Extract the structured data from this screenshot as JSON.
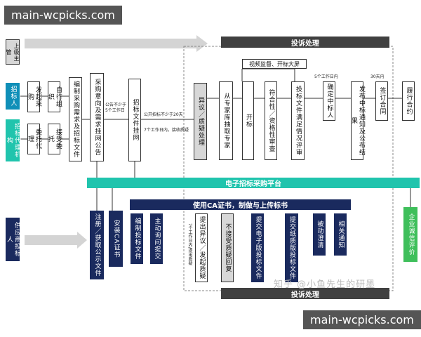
{
  "watermark_top": "main-wcpicks.com",
  "watermark_bottom": "main-wcpicks.com",
  "zhihu_mark": "知乎 @小鱼先生的研墨",
  "roles": {
    "superior": "上级主管",
    "purchaser": "招标人",
    "agency": "招标代理机构",
    "supplier": "供应商投标人"
  },
  "boxes": {
    "initiate": "发起采购",
    "self_org": "自行组织",
    "entrust_agent": "委托代理",
    "accept_entrust": "接受委托",
    "prepare_docs": "编制采购需求及招标文件",
    "publish_intent": "采购意向及需求挂网公告",
    "publish_tender": "招标文件挂网",
    "objection": "异议／质疑处理",
    "draw_experts": "从专家库抽取专家",
    "open_bid": "开标",
    "compliance_review": "符合性／资格性审查",
    "bid_evaluation": "投标文件满足情况评审",
    "determine_winner": "确定中标人",
    "publish_result": "发布中标通知及公布结果",
    "sign_contract": "签订合同",
    "perform_contract": "履行合约",
    "register_obtain": "注册／获取公示文件",
    "install_ca": "安装CA证书",
    "compile_bid": "编制投标文件",
    "ask_question": "主动询问提交",
    "raise_objection": "提出异议／发起质疑",
    "no_reply": "不接受质疑回复",
    "submit_e_bid": "提交电子版投标文件",
    "submit_paper_bid": "提交纸质版投标文件",
    "clarify": "被动澄清",
    "notice": "相关通知",
    "credit_eval": "企业诚信评价"
  },
  "bars": {
    "complaint_top": "投诉处理",
    "complaint_bottom": "投诉处理",
    "platform": "电子招标采购平台",
    "ca_upload": "使用CA证书，制做与上传标书",
    "video_monitor": "视频监督、开标大屏"
  },
  "notes": {
    "announce_5days": "公告不少于5个工作日",
    "publish_20days": "公开招标不少于20天",
    "receive_7days": "7个工作日内，接收质疑",
    "result_5days": "5个工作日内",
    "sign_30days": "30天内",
    "raise_7days": "7个工作日内",
    "reply_objection": "提出质疑",
    "reply_in_7days": "7个工作日内/提出质疑"
  },
  "colors": {
    "navy": "#1a2a5e",
    "teal": "#20c4ad",
    "blue": "#0f8fb8",
    "green": "#3fbf5b",
    "dark_gray": "#404040",
    "light_gray": "#d7d7d7"
  }
}
